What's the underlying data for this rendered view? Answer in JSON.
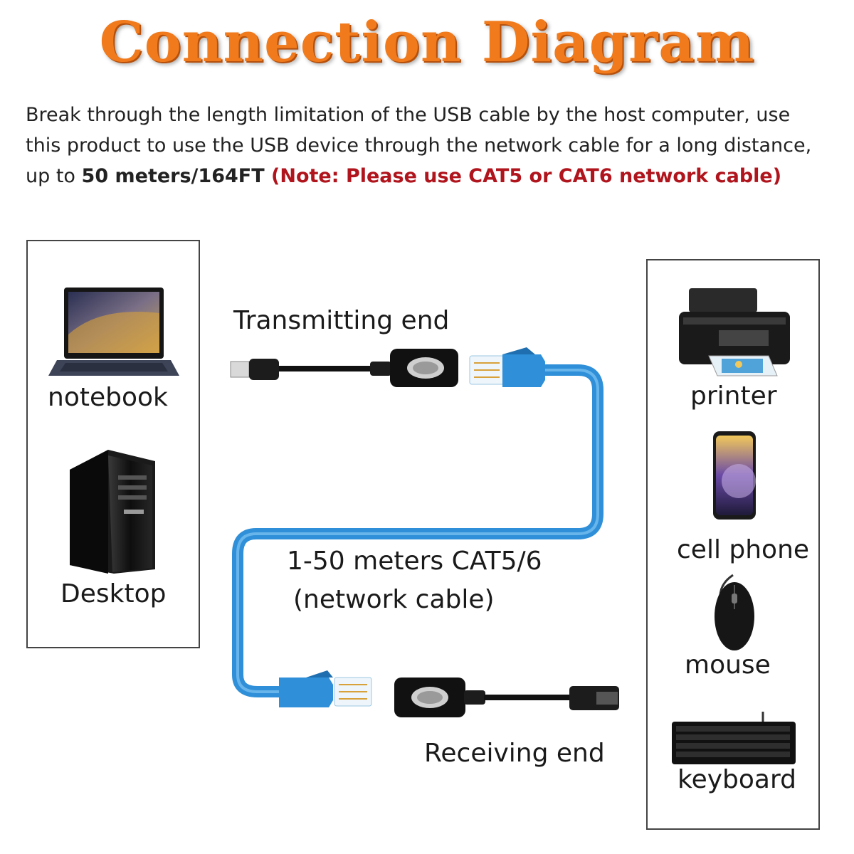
{
  "title": "Connection Diagram",
  "intro": {
    "line1": "Break through the length limitation of the USB cable by the host computer, use",
    "line2": "this product to use the USB device through the network cable for a long distance,",
    "line3_prefix": "up to ",
    "line3_bold": "50 meters/164FT",
    "line3_note": " (Note: Please use CAT5 or CAT6 network cable)"
  },
  "host_devices": [
    {
      "label": "notebook",
      "icon": "laptop-icon"
    },
    {
      "label": "Desktop",
      "icon": "desktop-tower-icon"
    }
  ],
  "usb_devices": [
    {
      "label": "printer",
      "icon": "printer-icon"
    },
    {
      "label": "cell phone",
      "icon": "cell-phone-icon"
    },
    {
      "label": "mouse",
      "icon": "mouse-icon"
    },
    {
      "label": "keyboard",
      "icon": "keyboard-icon"
    }
  ],
  "captions": {
    "transmitting": "Transmitting end",
    "cable_line1": "1-50 meters CAT5/6",
    "cable_line2": "(network cable)",
    "receiving": "Receiving end"
  },
  "colors": {
    "title": "#f07a1c",
    "note": "#b0141c",
    "cable": "#2f8fd8"
  }
}
